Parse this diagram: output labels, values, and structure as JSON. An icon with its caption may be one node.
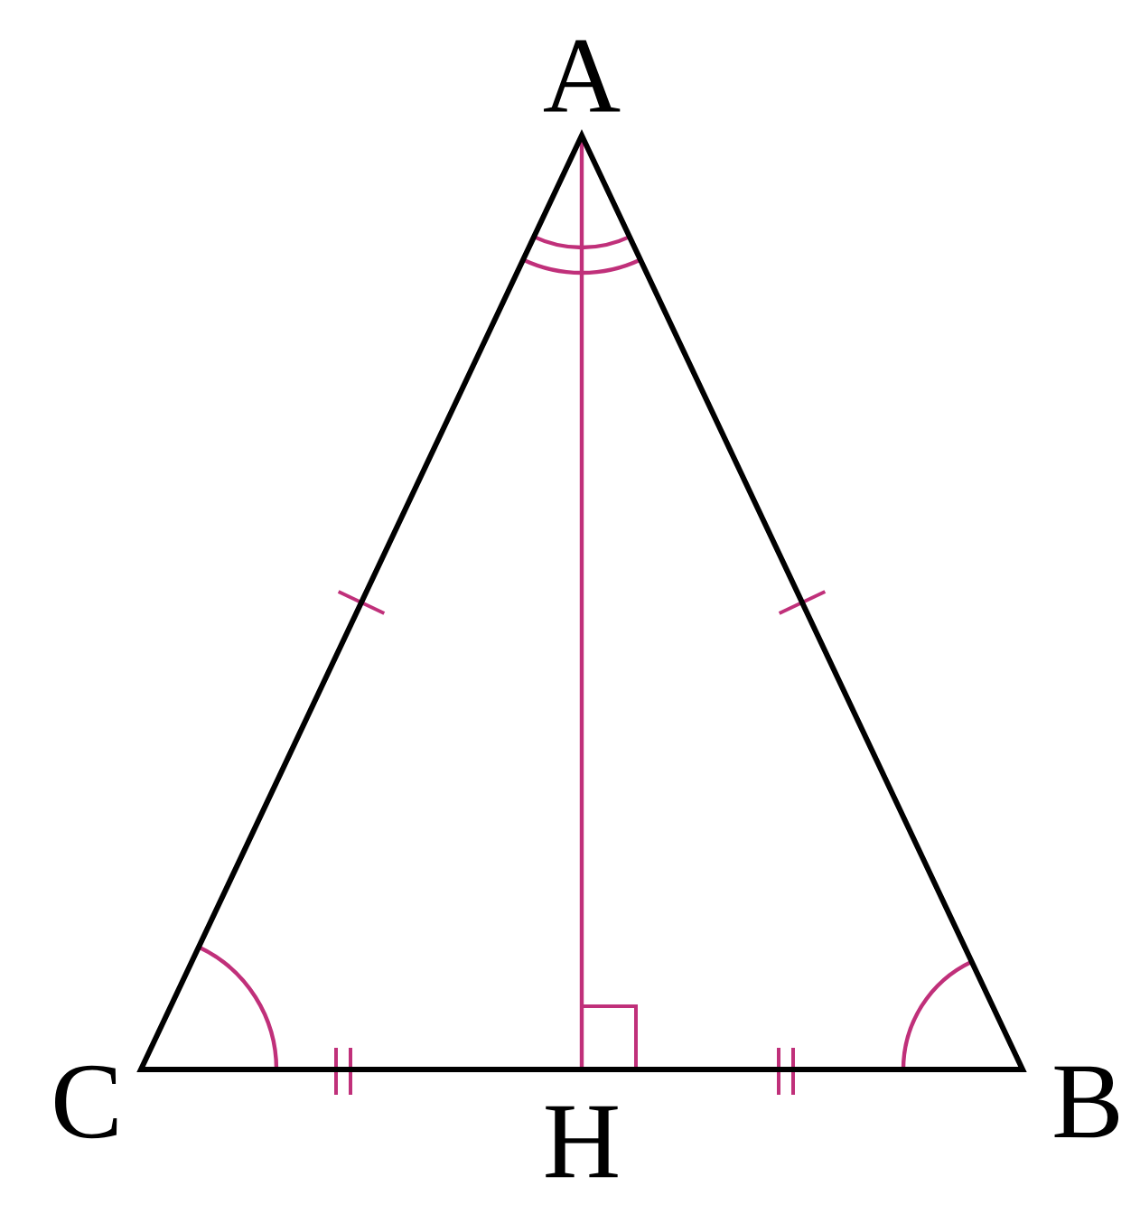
{
  "diagram": {
    "labels": [
      "A",
      "C",
      "H",
      "B"
    ]
  }
}
